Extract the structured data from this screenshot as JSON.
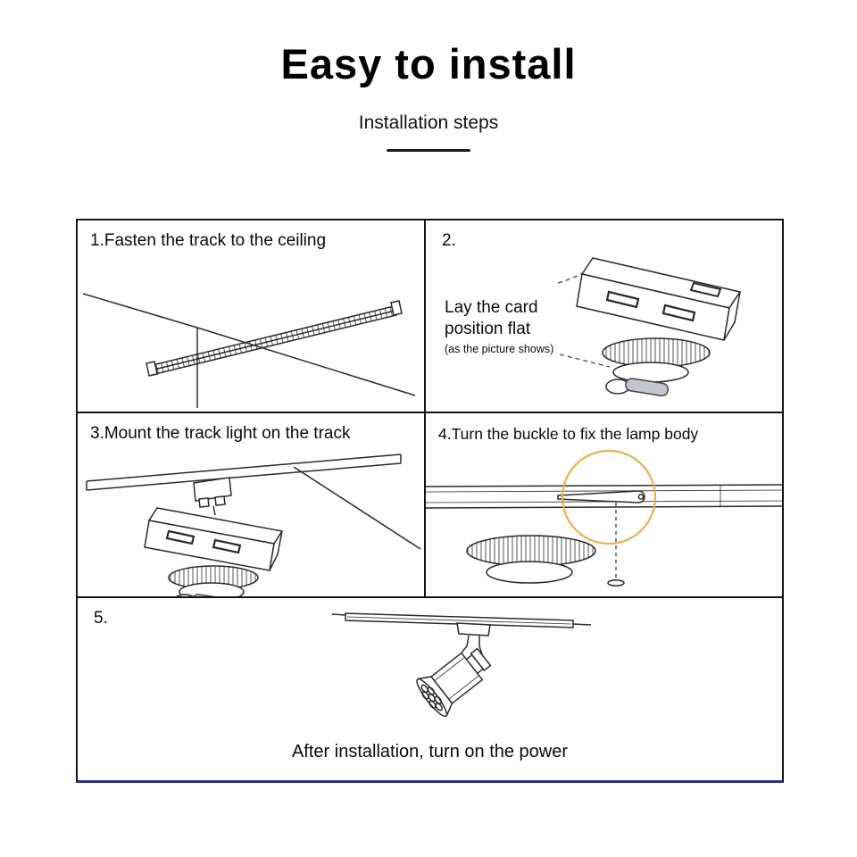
{
  "header": {
    "title": "Easy to install",
    "subtitle": "Installation steps"
  },
  "steps": {
    "step1": {
      "label": "1.Fasten the track to the ceiling"
    },
    "step2": {
      "number": "2.",
      "note_line1": "Lay the card",
      "note_line2": "position flat",
      "note_line3": "(as the picture shows)"
    },
    "step3": {
      "label": "3.Mount the track light on the track"
    },
    "step4": {
      "label": "4.Turn the buckle to fix the lamp body"
    },
    "step5": {
      "number": "5.",
      "caption": "After installation, turn on the power"
    }
  },
  "colors": {
    "highlight_circle": "#E8AE55",
    "footer_accent_line": "#26357F",
    "line_art": "#2B2B2B"
  }
}
